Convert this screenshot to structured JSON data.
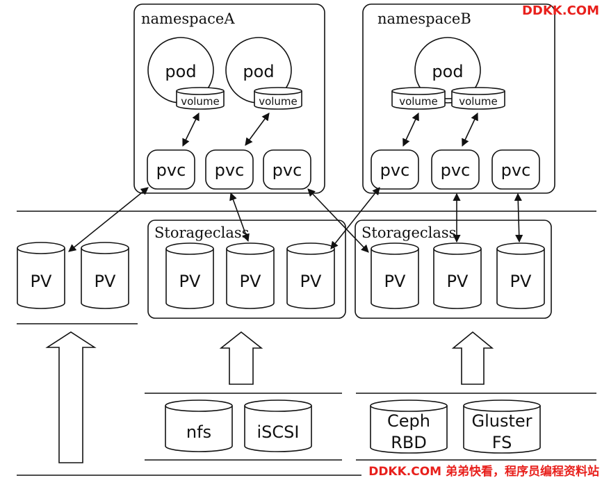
{
  "namespaces": [
    {
      "title": "namespaceA"
    },
    {
      "title": "namespaceB"
    }
  ],
  "labels": {
    "pod": "pod",
    "volume": "volume",
    "pvc": "pvc",
    "pv": "PV",
    "storageclass": "Storageclass"
  },
  "backends": {
    "nfs": "nfs",
    "iscsi": "iSCSI",
    "ceph_line1": "Ceph",
    "ceph_line2": "RBD",
    "gluster_line1": "Gluster",
    "gluster_line2": "FS"
  },
  "watermarks": {
    "top": "DDKK.COM",
    "bottom": "DDKK.COM 弟弟快看，程序员编程资料站"
  },
  "colors": {
    "watermark": "#e8201c",
    "stroke": "#111111"
  }
}
